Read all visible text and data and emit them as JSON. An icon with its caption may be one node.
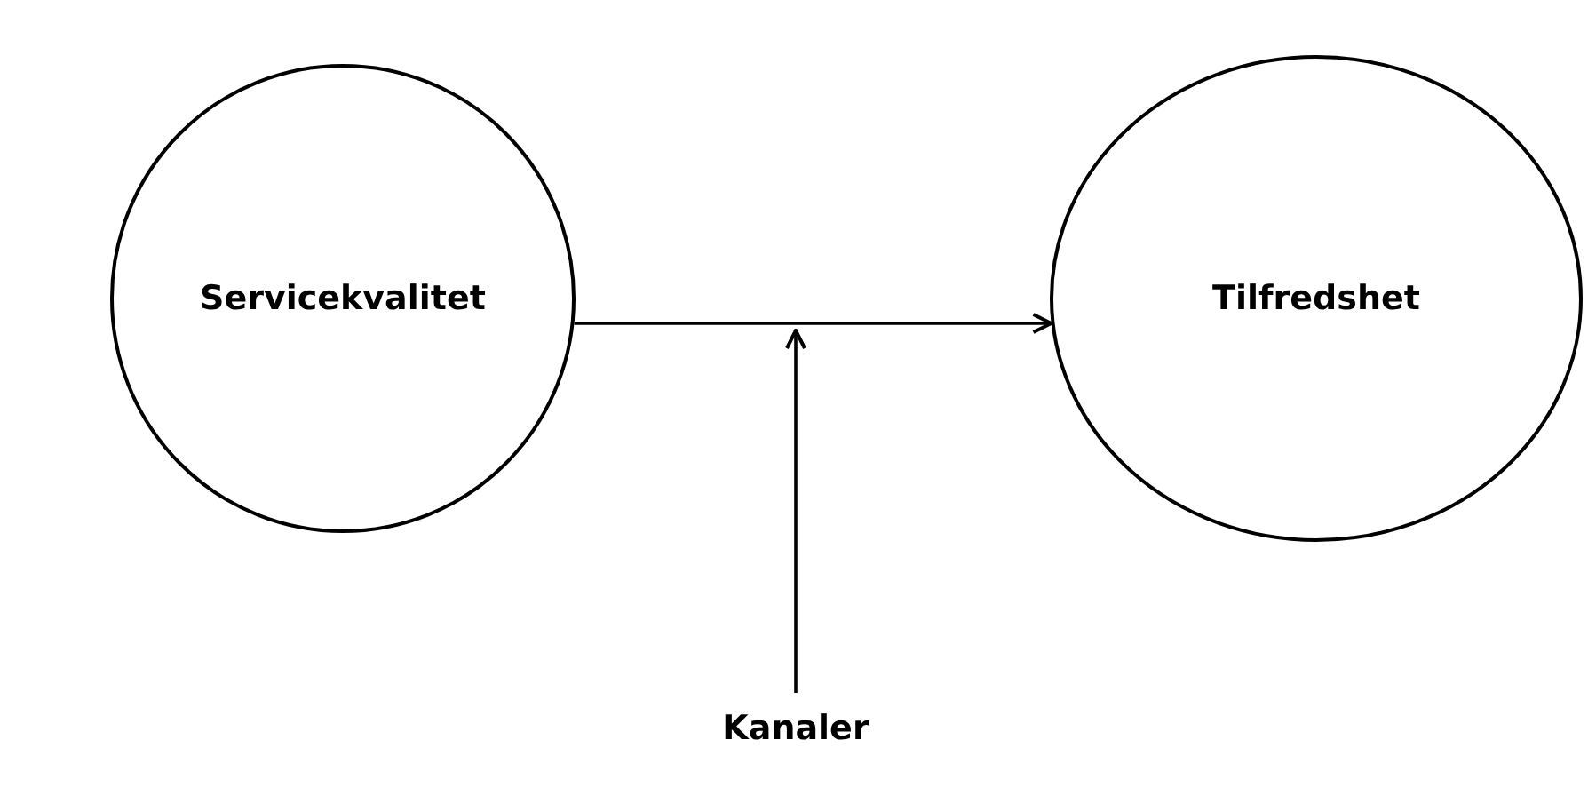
{
  "diagram": {
    "nodes": [
      {
        "text": [
          "Servicekvalitet"
        ]
      },
      {
        "text": [
          "Tilfredshet"
        ]
      },
      {
        "text": [
          "Kanaler"
        ]
      }
    ],
    "edges": [
      {
        "from": 0,
        "to": 1,
        "arrow": "to"
      },
      {
        "from": 2,
        "to": null,
        "arrow": "to"
      }
    ]
  }
}
